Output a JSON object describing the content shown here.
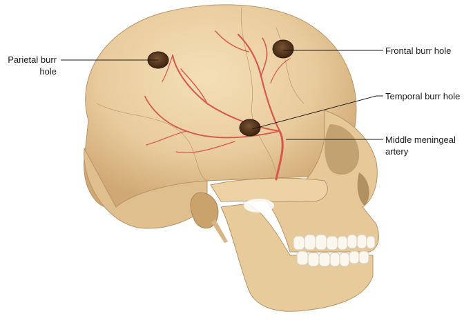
{
  "figure": {
    "labels": {
      "parietal_burr_hole": [
        "Parietal burr",
        "hole"
      ],
      "frontal_burr_hole": [
        "Frontal burr hole"
      ],
      "temporal_burr_hole": [
        "Temporal burr hole"
      ],
      "middle_meningeal_artery": [
        "Middle meningeal",
        "artery"
      ]
    },
    "colors": {
      "bone": "#e9cc9d",
      "bone_shadow": "#cfa874",
      "artery": "#d9564a",
      "burr_hole": "#5c3a1e",
      "teeth": "#fbf7ef",
      "leader_line": "#1a1a1a"
    }
  }
}
